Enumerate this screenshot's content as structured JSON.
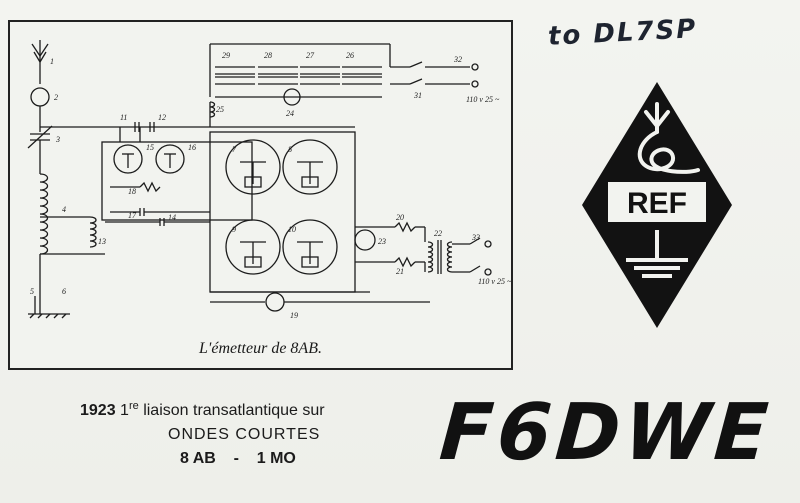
{
  "dedication": "to DL7SP",
  "schematic": {
    "caption": "L'émetteur de 8AB.",
    "mains_label": "110 v 25 ~",
    "components": [
      "1",
      "2",
      "3",
      "4",
      "5",
      "6",
      "11",
      "12",
      "13",
      "14",
      "15",
      "16",
      "17",
      "18",
      "7",
      "8",
      "9",
      "10",
      "19",
      "20",
      "21",
      "22",
      "23",
      "24",
      "25",
      "26",
      "27",
      "28",
      "29",
      "31",
      "32",
      "33"
    ]
  },
  "logo": {
    "text": "REF",
    "color": "#111111"
  },
  "history": {
    "year": "1923",
    "ordinal": "1",
    "ordinal_sup": "re",
    "text": "liaison transatlantique sur",
    "line2": "ONDES COURTES",
    "line3": "8 AB    -    1 MO"
  },
  "callsign": "F6DWE"
}
